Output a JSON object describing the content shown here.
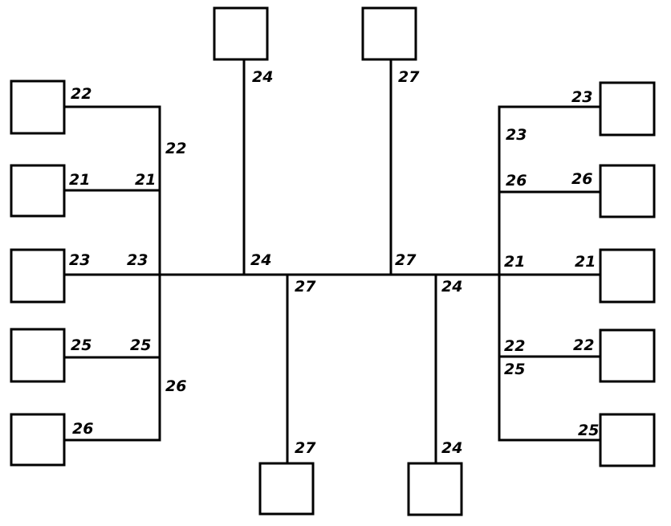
{
  "labels": {
    "box_left_1": "22",
    "box_left_2": "21",
    "box_left_3": "23",
    "box_left_4": "25",
    "box_left_5": "26",
    "left_bus_top": "22",
    "left_tap_21": "21",
    "left_tap_23": "23",
    "left_tap_25": "25",
    "left_bus_bottom": "26",
    "top_left_box": "24",
    "top_left_tap": "24",
    "top_right_box": "27",
    "top_right_tap": "27",
    "bottom_left_tap": "27",
    "bottom_left_box": "27",
    "bottom_right_tap": "24",
    "bottom_right_box": "24",
    "box_right_1": "23",
    "right_bus_top": "23",
    "right_tap_26": "26",
    "box_right_2": "26",
    "right_tap_21": "21",
    "box_right_3": "21",
    "right_tap_22": "22",
    "box_right_4": "22",
    "right_tap_25": "25",
    "box_right_5": "25"
  }
}
